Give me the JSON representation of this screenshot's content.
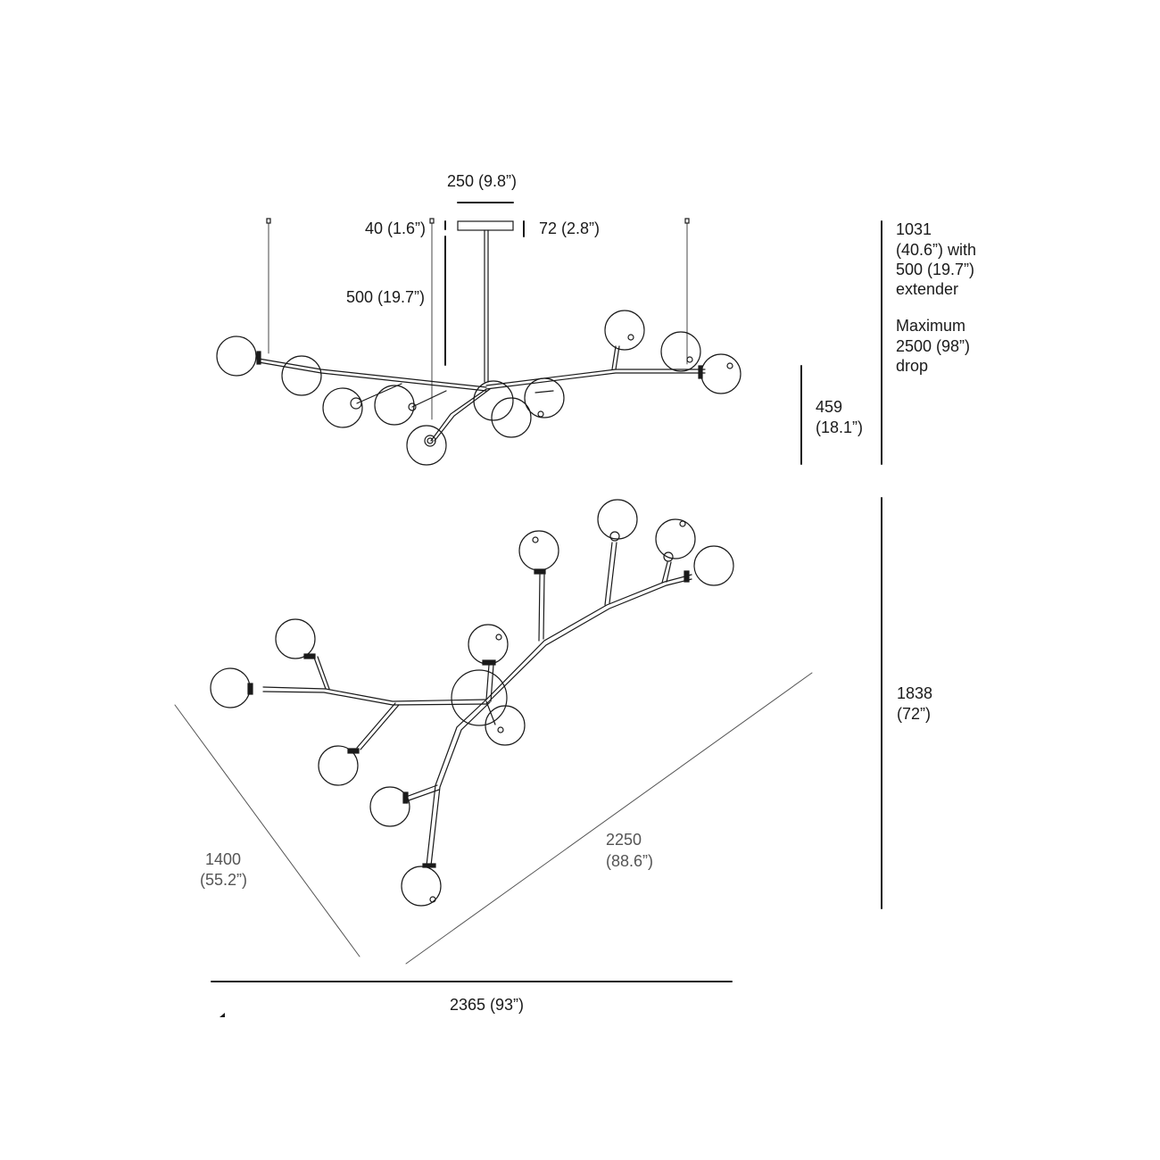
{
  "elevation": {
    "canopy_width": "250 (9.8”)",
    "canopy_depth": "40 (1.6”)",
    "canopy_height": "72 (2.8”)",
    "stem_length": "500 (19.7”)",
    "fixture_height_line1": "459",
    "fixture_height_line2": "(18.1”)",
    "overall_height_lines": [
      "1031",
      "(40.6”) with",
      "500 (19.7”)",
      "extender"
    ],
    "drop_lines": [
      "Maximum",
      "2500 (98”)",
      "drop"
    ]
  },
  "plan": {
    "depth_line1": "1838",
    "depth_line2": "(72”)",
    "diag_short_line1": "1400",
    "diag_short_line2": "(55.2”)",
    "diag_long_line1": "2250",
    "diag_long_line2": "(88.6”)",
    "overall_width": "2365 (93”)"
  },
  "colors": {
    "line": "#1a1a1a",
    "dimension_text": "#1a1a1a",
    "secondary_text": "#555555"
  }
}
